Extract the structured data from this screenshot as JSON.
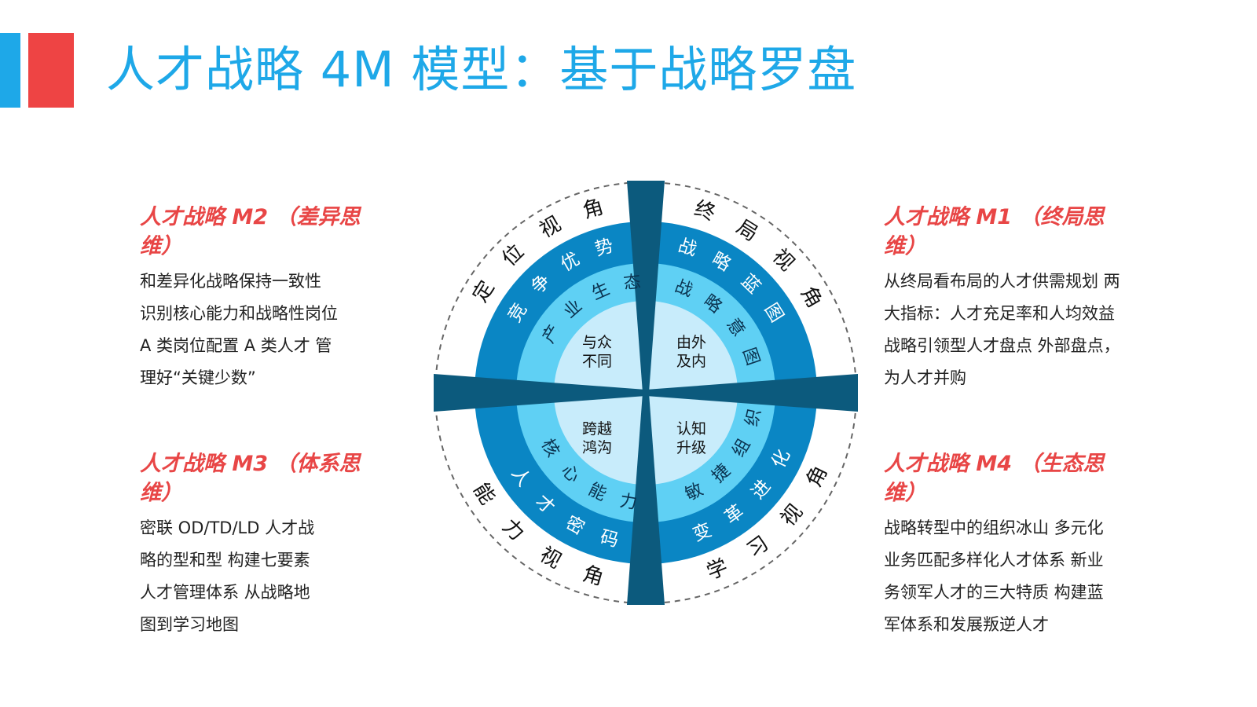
{
  "page": {
    "title": "人才战略 4M 模型：基于战略罗盘"
  },
  "colors": {
    "accent_blue": "#1ea8e8",
    "accent_red": "#ee4444",
    "heading_red": "#e84646",
    "ring_outer": "#0a86c4",
    "ring_middle": "#5fd0f4",
    "ring_inner": "#c8ecfb",
    "cross": "#0c5a7d"
  },
  "panels": {
    "m2": {
      "heading": "人才战略 M2  （差异思维）",
      "lines": [
        "和差异化战略保持一致性",
        "识别核心能力和战略性岗位",
        "A 类岗位配置 A 类人才 管",
        "理好“关键少数”"
      ]
    },
    "m1": {
      "heading": "人才战略 M1  （终局思维）",
      "lines": [
        "从终局看布局的人才供需规划 两",
        "大指标：人才充足率和人均效益",
        "战略引领型人才盘点 外部盘点，",
        "为人才并购"
      ]
    },
    "m3": {
      "heading": "人才战略 M3  （体系思维）",
      "lines": [
        "密联 OD/TD/LD  人才战",
        "略的型和型 构建七要素",
        "人才管理体系 从战略地",
        "图到学习地图"
      ]
    },
    "m4": {
      "heading": "人才战略 M4  （生态思维）",
      "lines": [
        "战略转型中的组织冰山 多元化",
        "业务匹配多样化人才体系 新业",
        "务领军人才的三大特质 构建蓝",
        "军体系和发展叛逆人才"
      ]
    }
  },
  "compass": {
    "quadrants": {
      "top_left": {
        "perspective": "定位视角",
        "outer_ring": "竞争优势",
        "middle_ring": "产业生态",
        "center": [
          "与众",
          "不同"
        ]
      },
      "top_right": {
        "perspective": "终局视角",
        "outer_ring": "战略蓝图",
        "middle_ring": "战略意图",
        "center": [
          "由外",
          "及内"
        ]
      },
      "bottom_left": {
        "perspective": "能力视角",
        "outer_ring": "人才密码",
        "middle_ring": "核心能力",
        "center": [
          "跨越",
          "鸿沟"
        ]
      },
      "bottom_right": {
        "perspective": "学习视角",
        "outer_ring": "变革进化",
        "middle_ring": "敏捷组织",
        "center": [
          "认知",
          "升级"
        ]
      }
    }
  }
}
